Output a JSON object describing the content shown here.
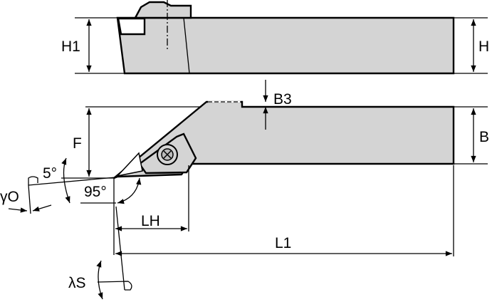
{
  "labels": {
    "h1": "H1",
    "h": "H",
    "b3": "B3",
    "f": "F",
    "b": "B",
    "angle_5": "5°",
    "gamma_o": "γO",
    "angle_95": "95°",
    "lh": "LH",
    "l1": "L1",
    "lambda_s": "λS"
  },
  "colors": {
    "body_fill": "#d4d4d4",
    "line": "#000000"
  }
}
